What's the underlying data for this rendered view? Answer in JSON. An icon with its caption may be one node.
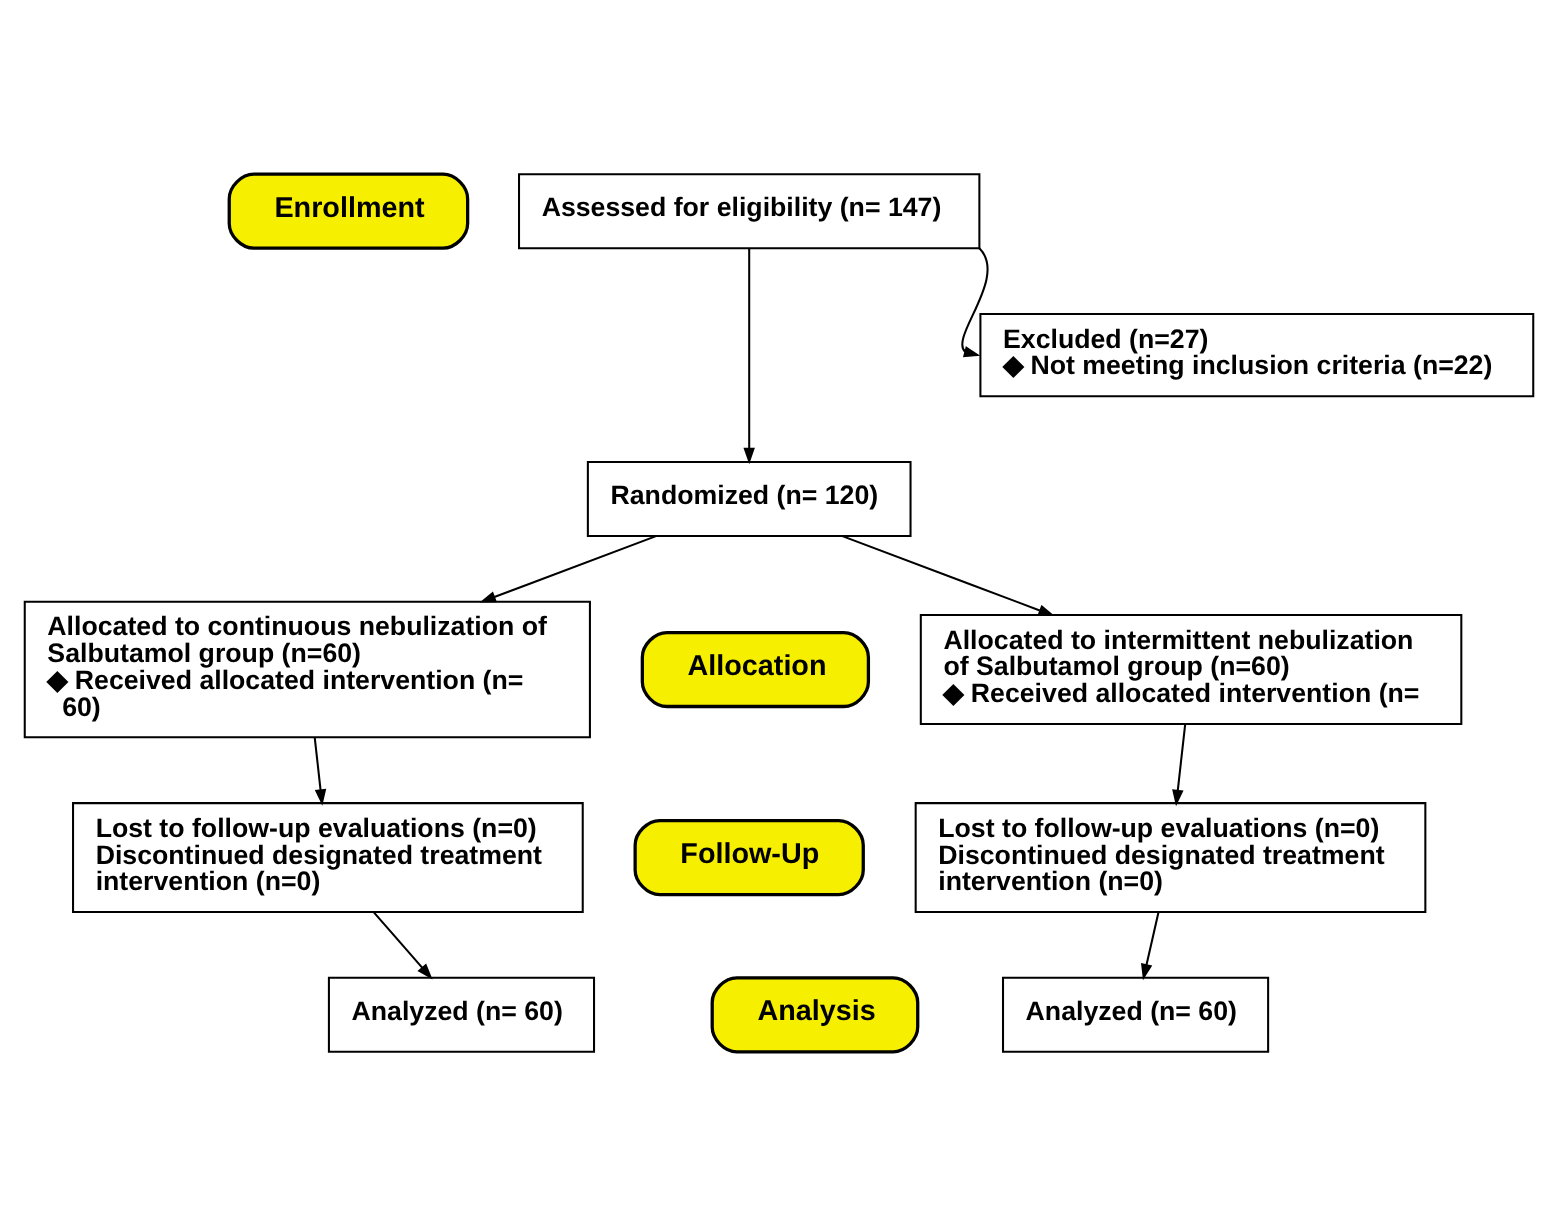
{
  "diagram": {
    "nodes": [
      {
        "text": [
          "Enrollment"
        ]
      },
      {
        "text": [
          "Assessed for eligibility (n= 147)"
        ]
      },
      {
        "text": [
          "Excluded (n=27)",
          "◆ Not meeting inclusion criteria (n=22)"
        ]
      },
      {
        "text": [
          "Randomized (n= 120)"
        ]
      },
      {
        "text": [
          "Allocation"
        ]
      },
      {
        "text": [
          "Allocated to continuous nebulization of Salbutamol group (n=60)",
          "◆ Received allocated intervention (n= 60)"
        ]
      },
      {
        "text": [
          "Allocated to intermittent nebulization of Salbutamol group (n=60)",
          "◆ Received allocated intervention (n="
        ]
      },
      {
        "text": [
          "Follow-Up"
        ]
      },
      {
        "text": [
          "Lost to follow-up evaluations (n=0)",
          "Discontinued designated treatment intervention (n=0)"
        ]
      },
      {
        "text": [
          "Lost to follow-up evaluations (n=0)",
          "Discontinued designated treatment intervention (n=0)"
        ]
      },
      {
        "text": [
          "Analysis"
        ]
      },
      {
        "text": [
          "Analyzed (n= 60)"
        ]
      },
      {
        "text": [
          "Analyzed (n= 60)"
        ]
      }
    ],
    "edges": [
      {
        "from": 1,
        "to": 3,
        "arrow": "to"
      },
      {
        "from": 1,
        "to": 2,
        "arrow": "to"
      },
      {
        "from": 3,
        "to": 5,
        "arrow": "to"
      },
      {
        "from": 3,
        "to": 6,
        "arrow": "to"
      },
      {
        "from": 5,
        "to": 8,
        "arrow": "to"
      },
      {
        "from": 6,
        "to": 9,
        "arrow": "to"
      },
      {
        "from": 8,
        "to": 11,
        "arrow": "to"
      },
      {
        "from": 9,
        "to": 12,
        "arrow": "to"
      }
    ]
  }
}
